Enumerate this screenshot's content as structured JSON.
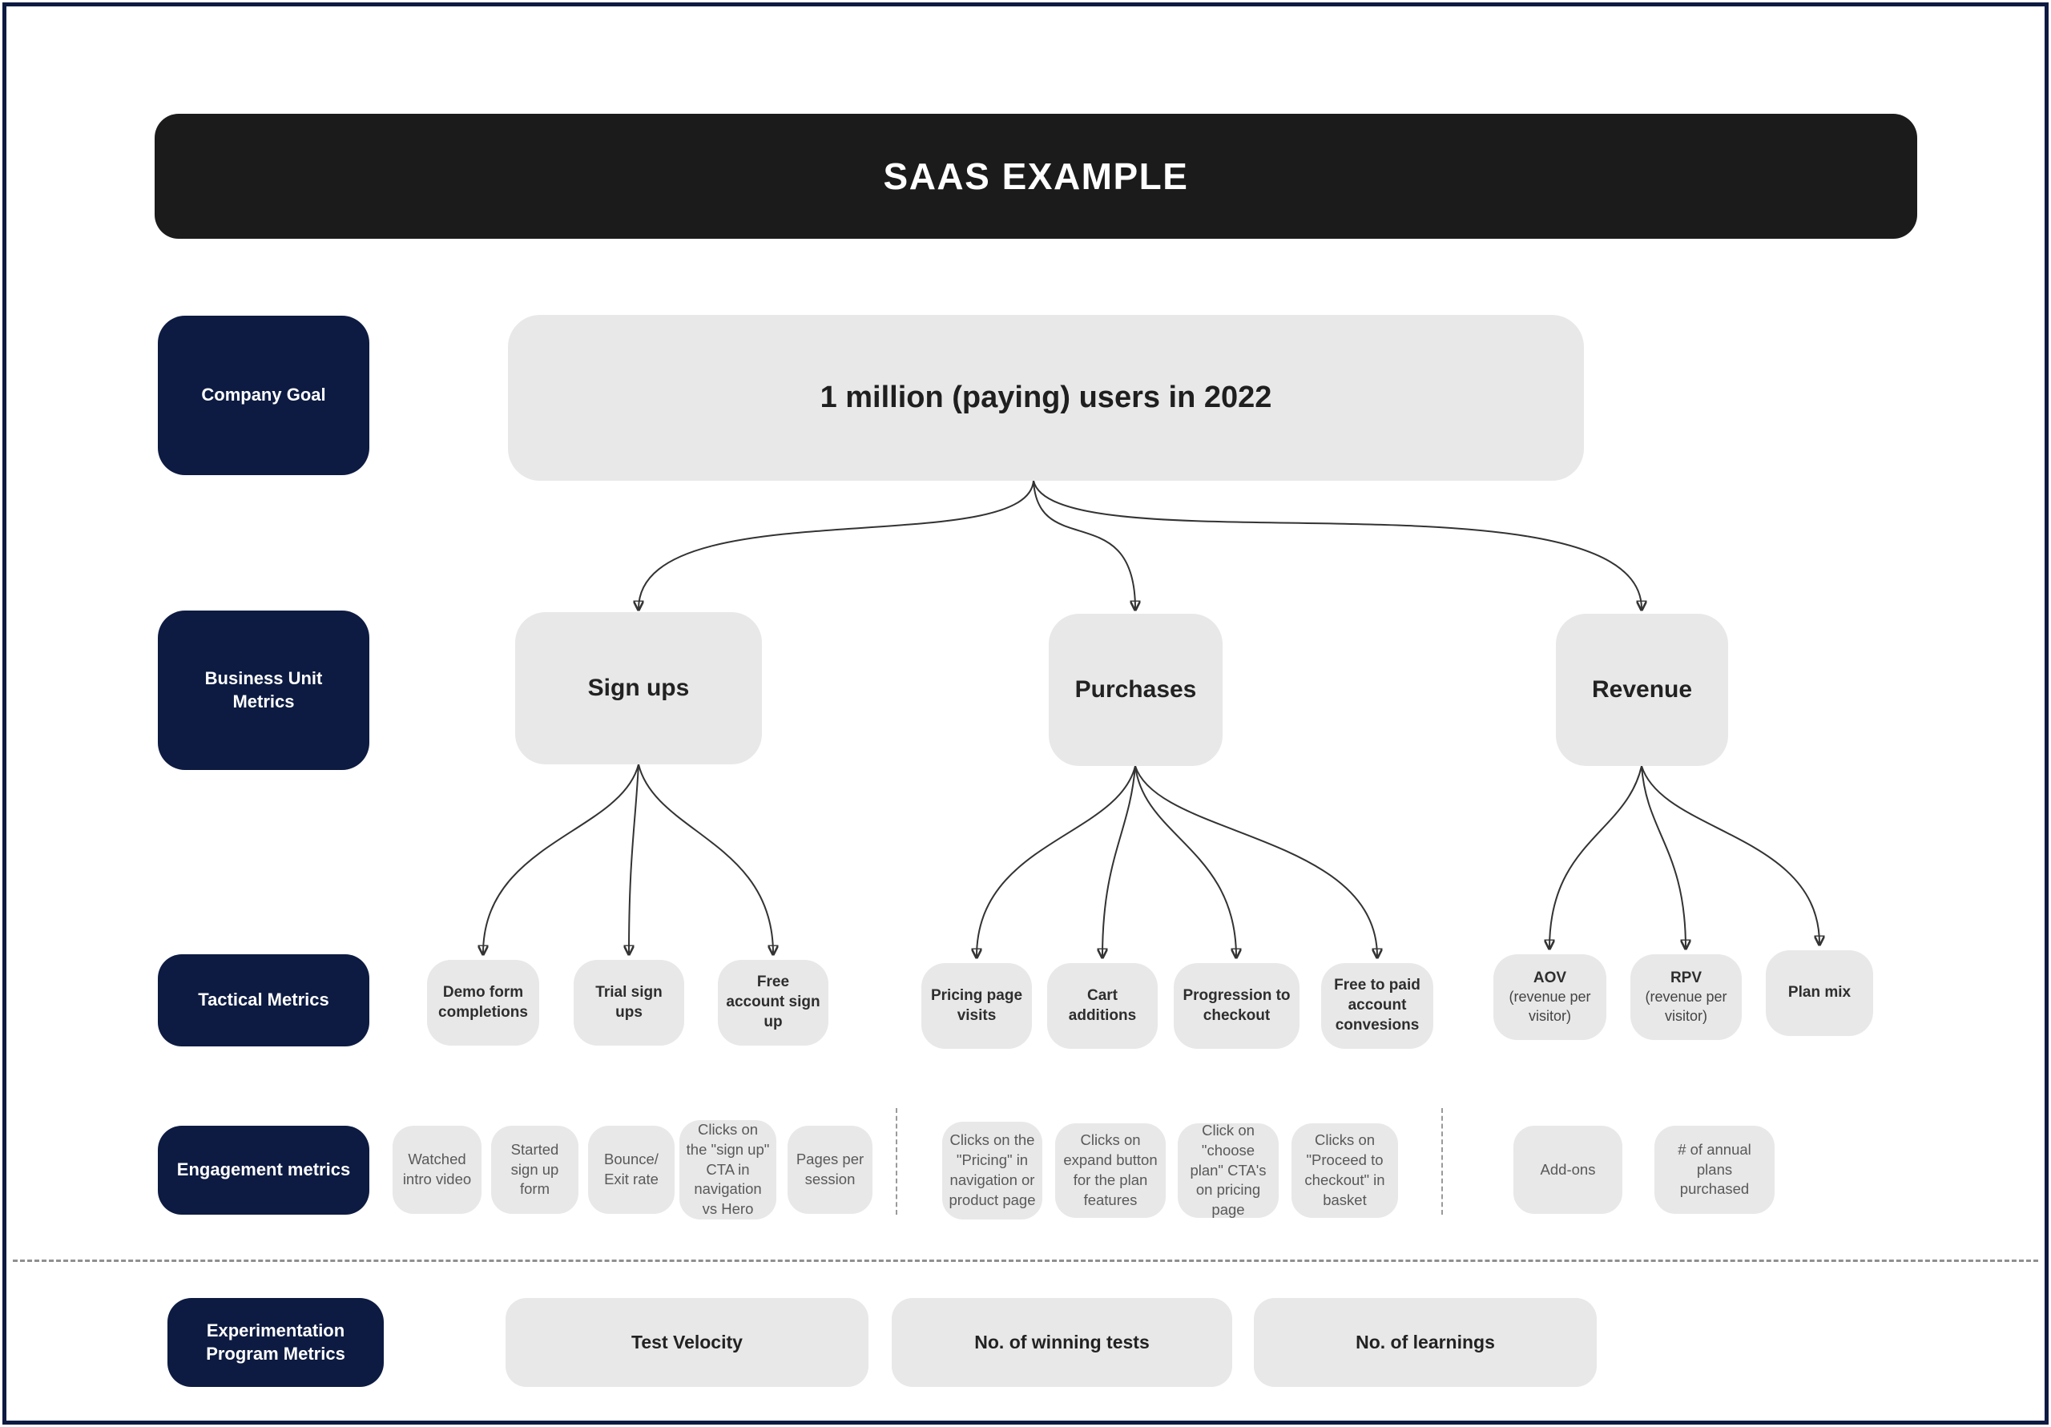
{
  "page": {
    "title": "SAAS EXAMPLE"
  },
  "company_goal": {
    "label": "Company Goal",
    "goal": "1 million (paying) users in 2022"
  },
  "business_unit": {
    "label": "Business Unit Metrics",
    "items": [
      "Sign ups",
      "Purchases",
      "Revenue"
    ]
  },
  "tactical": {
    "label": "Tactical Metrics",
    "items": [
      {
        "title": "Demo form completions",
        "subtitle": ""
      },
      {
        "title": "Trial sign ups",
        "subtitle": ""
      },
      {
        "title": "Free account sign up",
        "subtitle": ""
      },
      {
        "title": "Pricing page visits",
        "subtitle": ""
      },
      {
        "title": "Cart additions",
        "subtitle": ""
      },
      {
        "title": "Progression to checkout",
        "subtitle": ""
      },
      {
        "title": "Free to paid account convesions",
        "subtitle": ""
      },
      {
        "title": "AOV",
        "subtitle": "(revenue per visitor)"
      },
      {
        "title": "RPV",
        "subtitle": "(revenue per visitor)"
      },
      {
        "title": "Plan mix",
        "subtitle": ""
      }
    ]
  },
  "engagement": {
    "label": "Engagement metrics",
    "items": [
      "Watched intro video",
      "Started sign up form",
      "Bounce/ Exit rate",
      "Clicks on the \"sign up\" CTA in navigation vs Hero",
      "Pages per session",
      "Clicks on the \"Pricing\" in navigation or product page",
      "Clicks on expand button for the plan features",
      "Click on \"choose plan\" CTA's on pricing page",
      "Clicks on \"Proceed to checkout\" in basket",
      "Add-ons",
      "# of annual plans purchased"
    ]
  },
  "experimentation": {
    "label": "Experimentation Program Metrics",
    "items": [
      "Test Velocity",
      "No. of winning tests",
      "No. of learnings"
    ]
  },
  "colors": {
    "navy": "#0d1b42",
    "title_bar": "#1b1b1b",
    "box_gray": "#e8e8e8",
    "connector": "#333333",
    "muted_text": "#595959"
  }
}
